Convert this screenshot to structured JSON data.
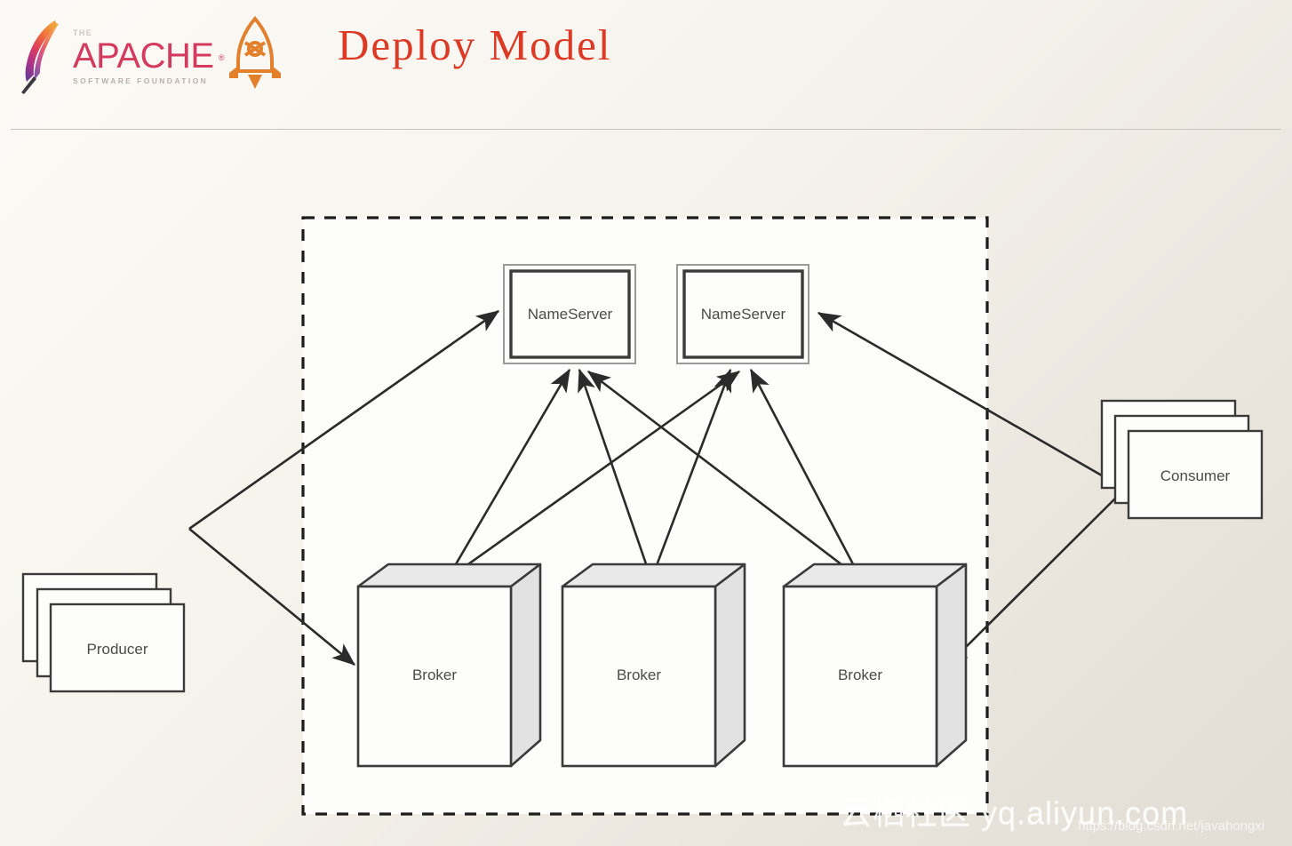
{
  "header": {
    "title": "Deploy Model",
    "title_color": "#dd3a26",
    "apache_logo": {
      "the": "THE",
      "name": "APACHE",
      "registered": "®",
      "subtitle": "SOFTWARE FOUNDATION",
      "name_color": "#d43a5e",
      "subtitle_color": "#b9b1ab"
    },
    "rocket_logo": {
      "name": "rocketmq-rocket-icon",
      "color": "#e2802c"
    }
  },
  "diagram": {
    "type": "deployment-architecture",
    "cluster_boundary": {
      "style": "dashed",
      "color": "#1c1c1c"
    },
    "nodes": [
      {
        "id": "producer",
        "label": "Producer",
        "shape": "stacked-rectangle",
        "side": "left"
      },
      {
        "id": "consumer",
        "label": "Consumer",
        "shape": "stacked-rectangle",
        "side": "right"
      },
      {
        "id": "nameserver1",
        "label": "NameServer",
        "shape": "double-rectangle",
        "row": "top"
      },
      {
        "id": "nameserver2",
        "label": "NameServer",
        "shape": "double-rectangle",
        "row": "top"
      },
      {
        "id": "broker1",
        "label": "Broker",
        "shape": "cube",
        "row": "bottom"
      },
      {
        "id": "broker2",
        "label": "Broker",
        "shape": "cube",
        "row": "bottom"
      },
      {
        "id": "broker3",
        "label": "Broker",
        "shape": "cube",
        "row": "bottom"
      }
    ],
    "edges": [
      {
        "from": "producer",
        "to": "nameserver1"
      },
      {
        "from": "producer",
        "to": "broker1"
      },
      {
        "from": "consumer",
        "to": "nameserver2"
      },
      {
        "from": "consumer",
        "to": "broker3"
      },
      {
        "from": "broker1",
        "to": "nameserver1"
      },
      {
        "from": "broker1",
        "to": "nameserver2"
      },
      {
        "from": "broker2",
        "to": "nameserver1"
      },
      {
        "from": "broker2",
        "to": "nameserver2"
      },
      {
        "from": "broker3",
        "to": "nameserver1"
      },
      {
        "from": "broker3",
        "to": "nameserver2"
      }
    ]
  },
  "watermark": {
    "main": "云栖社区 yq.aliyun.com",
    "sub": "https://blog.csdn.net/javahongxi"
  }
}
